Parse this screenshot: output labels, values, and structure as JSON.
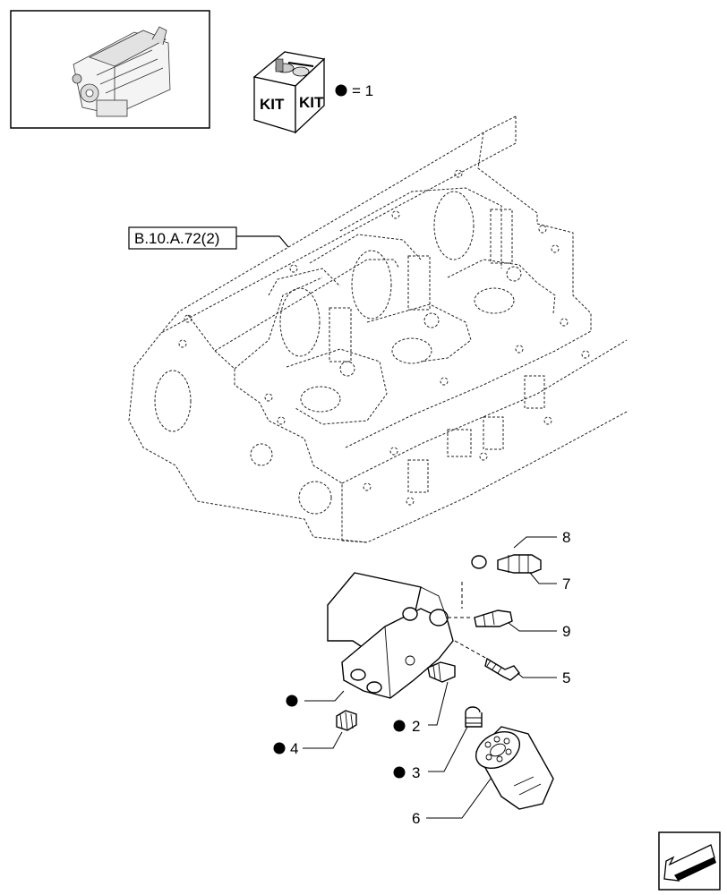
{
  "kit": {
    "label_left": "KIT",
    "label_right": "KIT",
    "legend_text": "= 1"
  },
  "reference": {
    "code": "B.10.A.72(2)"
  },
  "callouts": {
    "c2": "2",
    "c3": "3",
    "c4": "4",
    "c5": "5",
    "c6": "6",
    "c7": "7",
    "c8": "8",
    "c9": "9"
  },
  "icons": {
    "engine_thumbnail": "engine-thumbnail-icon",
    "kit_box": "kit-box-icon",
    "kit_dot": "black-dot-icon",
    "nav_arrow": "previous-page-arrow-icon"
  },
  "colors": {
    "line": "#000000",
    "background": "#ffffff"
  }
}
